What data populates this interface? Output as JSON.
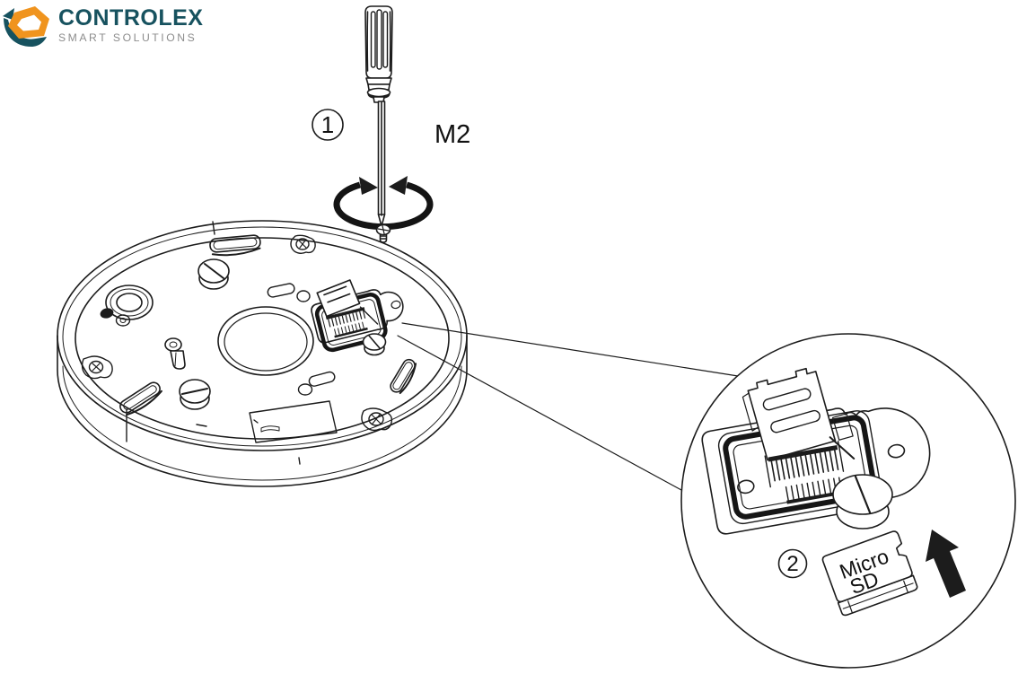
{
  "page": {
    "background": "#ffffff",
    "description": "Line-art installation diagram: removing an M2 screw cover with a screwdriver and inserting a Micro SD card into a round device base"
  },
  "logo": {
    "brand": "CONTROLEX",
    "tagline": "SMART SOLUTIONS",
    "brand_color": "#17525f",
    "accent_color": "#f0941e",
    "tagline_color": "#8d8d8d"
  },
  "callouts": {
    "step1": "1",
    "step2": "2",
    "screw_spec": "M2",
    "card_label_line1": "Micro",
    "card_label_line2": "SD"
  },
  "artwork": {
    "line_color": "#1c1c1c"
  }
}
